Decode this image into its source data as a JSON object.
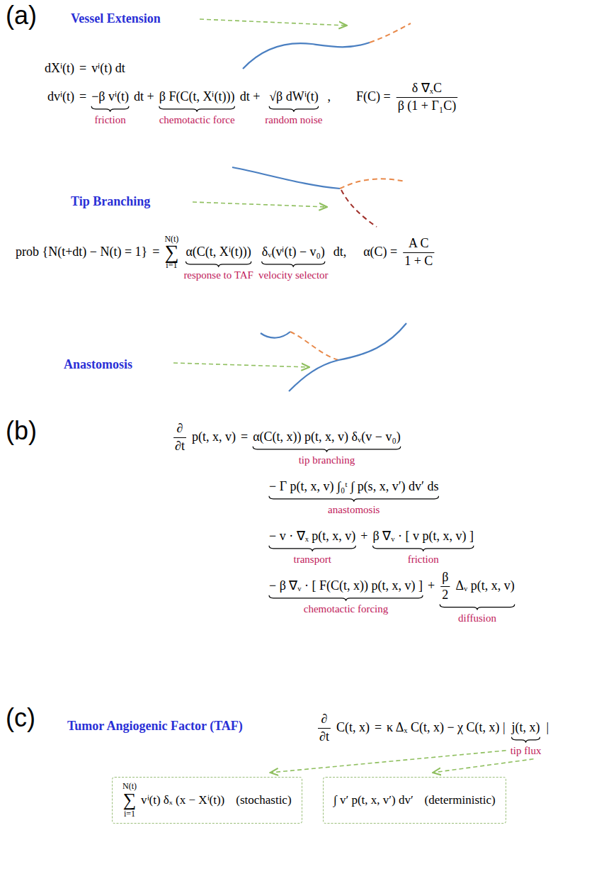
{
  "diagram": {
    "nodes": [
      {
        "text": [
          "N(t)",
          "∑",
          "i=1",
          "vⁱ(t) δₓ (x − Xⁱ(t))",
          "(stochastic)"
        ]
      },
      {
        "text": [
          "∫ v′ p(t, x, v′) dv′",
          "(deterministic)"
        ]
      }
    ],
    "labels": [
      "(a)",
      "Vessel Extension",
      "dXⁱ(t)",
      "=",
      "vⁱ(t) dt",
      "dvⁱ(t)",
      "=",
      "−β vⁱ(t)",
      "friction",
      "dt +",
      "β F(C(t, Xⁱ(t)))",
      "chemotactic force",
      "dt +",
      "√β dWⁱ(t)",
      "random noise",
      ",",
      "F(C) =",
      "δ ∇ₓC",
      "β (1 + Γ₁C)",
      "Tip Branching",
      "prob {N(t+dt) − N(t) = 1}",
      "=",
      "N(t)",
      "∑",
      "i=1",
      "α(C(t, Xⁱ(t)))",
      "response to TAF",
      "δᵥ(vⁱ(t) − v₀)",
      "velocity selector",
      "dt,",
      "α(C) =",
      "A C",
      "1 + C",
      "Anastomosis",
      "(b)",
      "∂",
      "∂t",
      "p(t, x, v)",
      "=",
      "α(C(t, x)) p(t, x, v) δᵥ(v − v₀)",
      "tip branching",
      "− Γ p(t, x, v) ∫₀ᵗ ∫ p(s, x, v′) dv′ ds",
      "anastomosis",
      "− v · ∇ₓ p(t, x, v)",
      "transport",
      "+",
      "β ∇ᵥ · [ v p(t, x, v) ]",
      "friction",
      "− β ∇ᵥ · [ F(C(t, x)) p(t, x, v) ]",
      "chemotactic forcing",
      "+",
      "β",
      "2",
      "Δᵥ p(t, x, v)",
      "diffusion",
      "(c)",
      "Tumor Angiogenic Factor (TAF)",
      "∂",
      "∂t",
      "C(t, x)",
      "=",
      "κ Δₓ C(t, x) − χ C(t, x) |",
      "j(t, x)",
      "tip flux",
      "|"
    ]
  }
}
